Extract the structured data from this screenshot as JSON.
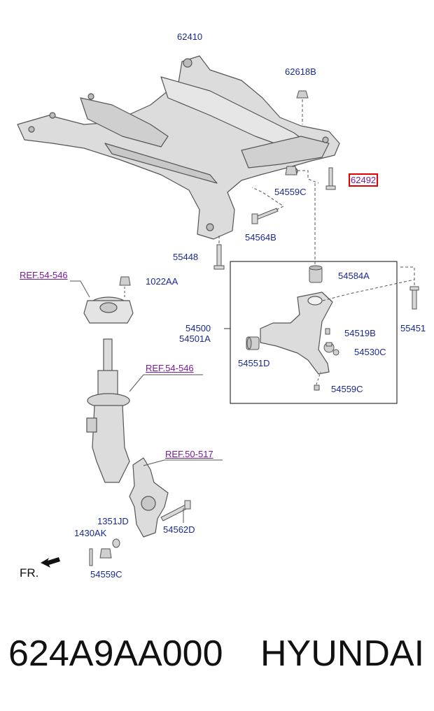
{
  "labels": {
    "subframe": "62410",
    "nut_top": "62618B",
    "bolt_highlight": "62492",
    "nut_c1": "54559C",
    "bolt_b": "54564B",
    "bolt_55448": "55448",
    "arm_bushing": "54584A",
    "arm_assy_1": "54500",
    "arm_assy_2": "54501A",
    "bolt_55451": "55451",
    "bolt_54519b": "54519B",
    "ball_joint": "54530C",
    "bushing_d": "54551D",
    "nut_c2": "54559C",
    "nut_1022aa": "1022AA",
    "bolt_54562d": "54562D",
    "washer_1351jd": "1351JD",
    "bolt_1430ak": "1430AK",
    "nut_c3": "54559C"
  },
  "refs": {
    "ref1": "REF.54-546",
    "ref2": "REF.54-546",
    "ref3": "REF.50-517"
  },
  "direction": "FR.",
  "footer": {
    "part_number": "624A9AA000",
    "brand": "HYUNDAI"
  },
  "colors": {
    "label": "#1a2a8c",
    "ref": "#7a1a9a",
    "highlight_border": "#e00000",
    "part_fill": "#dcdcdc",
    "part_stroke": "#555555"
  }
}
